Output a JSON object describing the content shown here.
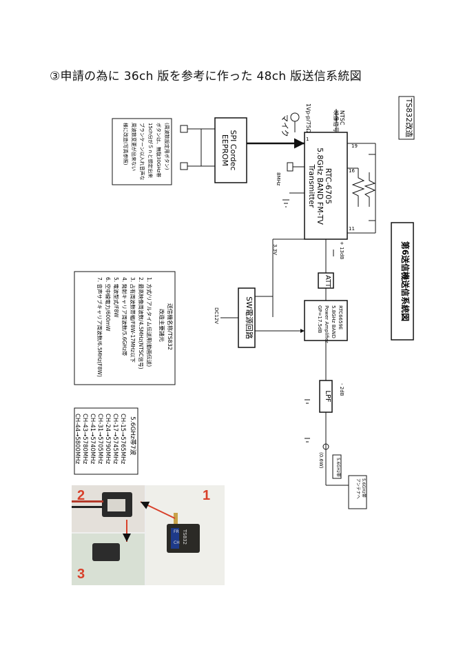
{
  "title": "③申請の為に 36ch 版を参考に作った 48ch 版送信系統図",
  "labels": {
    "ts832_change": "TS832改造",
    "ntsc": "NTSC\n映像信号",
    "impedance": "1Vp-p/75Ω",
    "mic": "マイク",
    "spi": "SPI Cordec\nEEPROM",
    "note_box": "(周波数設定用ボタン)\nボタンは、無駄30GHz帯\n15ch分が５ｎと想定出来\nブランケーン以入れ音声な\n周波数変更が出来ない\n様に改造(写真参照)",
    "transmitter": "RTC-6705\n5.8GHz BAND FM-TV\nTransmitter",
    "pin19": "19",
    "pin16": "16",
    "pin11": "11",
    "pin1": "1",
    "xtal": "8MHz",
    "v33": "3.3V",
    "plus13": "+ 13dB",
    "att": "ATT",
    "pa": "RTC6659E\n5.8GHz BAND\nPower Amplifier\nGP=17.5dB",
    "sw": "SW電源回路",
    "dc12": "DC12V",
    "lpf": "LPF",
    "minus2": "- 2dB",
    "out_power": "(0.6W)",
    "meter": "5.6GHz帯",
    "antenna": "5.6GHz帯\nアンテナへ",
    "system_title": "第6送信機送信系統図"
  },
  "spec_box": {
    "header1": "送信機名称/TS832",
    "header2": "改造主要諸元",
    "items": [
      "1. 方式/リアルタイム伝送用(動画伝送)",
      "2. 最高映像周波数/4.5MHz(NTSC信号)",
      "3. 占有周波数帯幅/F8W-17MHz以下",
      "4. 発射キャリア周波数/5.6GHz帯",
      "5. 電波型式/F8W",
      "6. 空中線電力/600mW",
      "7. 音声サブキャリア周波数/6.5MHz(F8W)"
    ]
  },
  "channel_box": {
    "header": "5.6GHz帯7波",
    "items": [
      "CH-15→5765MHz",
      "CH-17→5745MHz",
      "CH-24→5790MHz",
      "CH-31→5705MHz",
      "CH-41→5740MHz",
      "CH-43→5780MHz",
      "CH-44→5800MHz"
    ]
  },
  "photo": {
    "n1": "1",
    "n2": "2",
    "n3": "3",
    "device_text": "TS832",
    "fr": "FR",
    "ch": "CH"
  }
}
